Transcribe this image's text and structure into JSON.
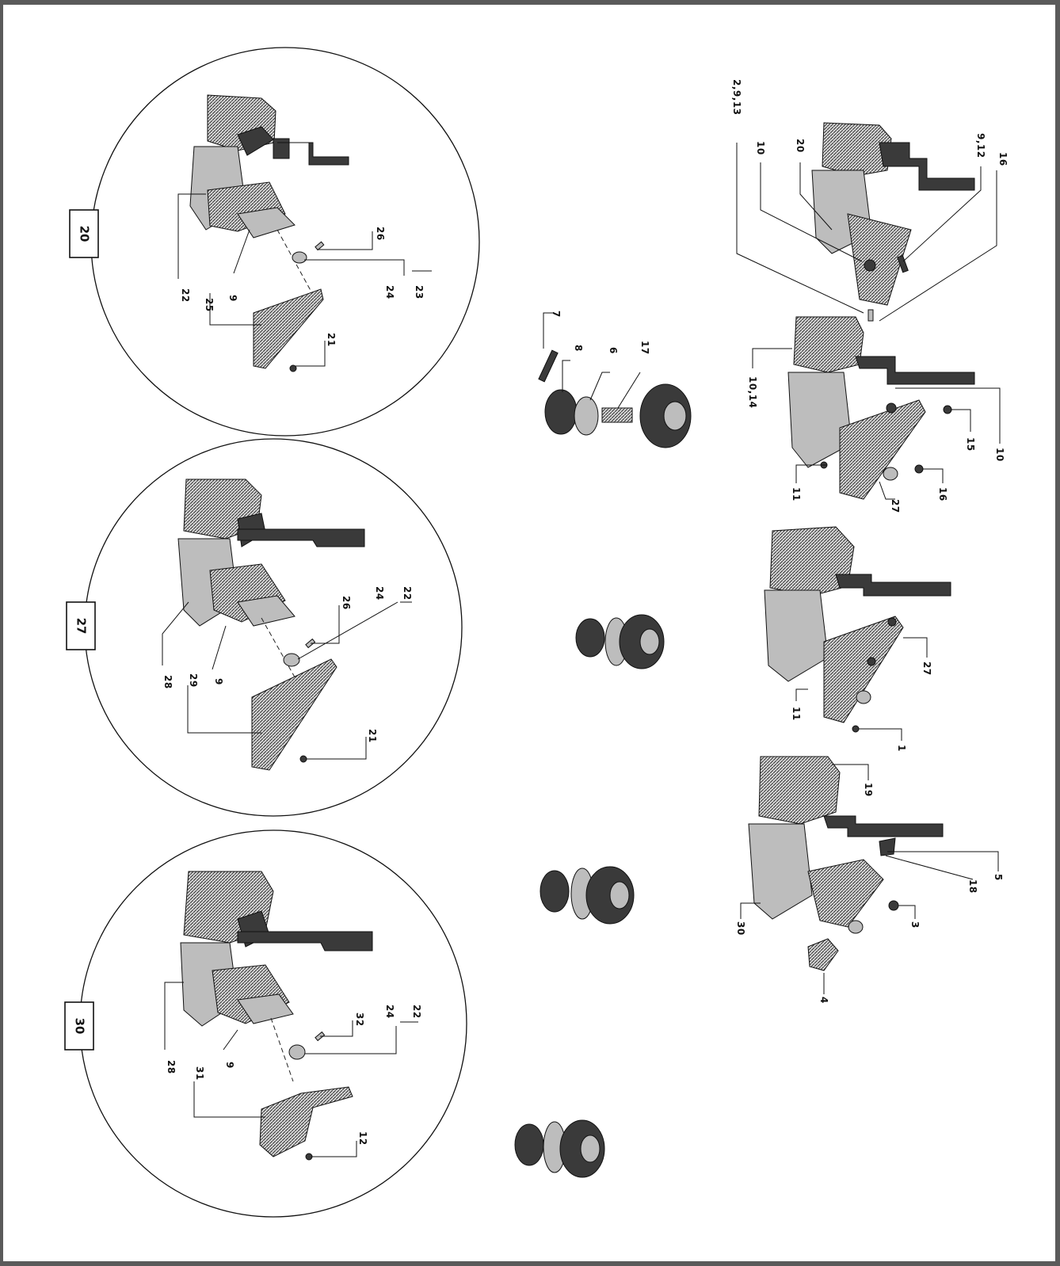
{
  "detail_views": [
    {
      "id": "20",
      "labels": [
        "26",
        "24",
        "23",
        "22",
        "25",
        "9",
        "21"
      ]
    },
    {
      "id": "27",
      "labels": [
        "26",
        "24",
        "22",
        "29",
        "28",
        "9",
        "21"
      ]
    },
    {
      "id": "30",
      "labels": [
        "32",
        "24",
        "22",
        "31",
        "28",
        "9",
        "12"
      ]
    }
  ],
  "labels": {
    "l_2_9_13": "2,9,13",
    "l_10a": "10",
    "l_20": "20",
    "l_9_12": "9,12",
    "l_16a": "16",
    "l_10_14": "10,14",
    "l_10b": "10",
    "l_15": "15",
    "l_16b": "16",
    "l_27a": "27",
    "l_11a": "11",
    "l_27b": "27",
    "l_11b": "11",
    "l_1": "1",
    "l_19": "19",
    "l_5": "5",
    "l_18": "18",
    "l_3": "3",
    "l_30": "30",
    "l_4": "4",
    "l_7": "7",
    "l_8": "8",
    "l_6": "6",
    "l_17": "17",
    "c20_26": "26",
    "c20_24": "24",
    "c20_23": "23",
    "c20_22": "22",
    "c20_25": "25",
    "c20_9": "9",
    "c20_21": "21",
    "c27_26": "26",
    "c27_24": "24",
    "c27_22": "22",
    "c27_29": "29",
    "c27_28": "28",
    "c27_9": "9",
    "c27_21": "21",
    "c30_32": "32",
    "c30_24": "24",
    "c30_22": "22",
    "c30_31": "31",
    "c30_28": "28",
    "c30_9": "9",
    "c30_12": "12"
  },
  "boxes": {
    "b20": "20",
    "b27": "27",
    "b30": "30"
  }
}
